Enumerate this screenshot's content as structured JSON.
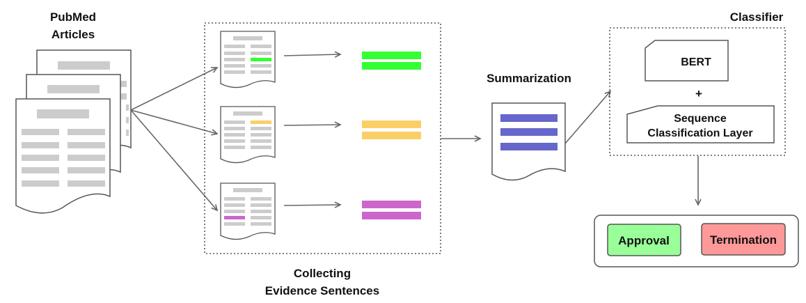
{
  "labels": {
    "pubmed_line1": "PubMed",
    "pubmed_line2": "Articles",
    "collecting_line1": "Collecting",
    "collecting_line2": "Evidence Sentences",
    "summarization": "Summarization",
    "classifier": "Classifier",
    "bert": "BERT",
    "plus": "+",
    "seq_line1": "Sequence",
    "seq_line2": "Classification Layer"
  },
  "outcomes": {
    "approval": "Approval",
    "termination": "Termination"
  },
  "colors": {
    "doc_bar": "#cccccc",
    "doc_stroke": "#555555",
    "arrow": "#666666",
    "evidence_green": "#33ff33",
    "evidence_yellow": "#f9cf66",
    "evidence_purple": "#cc66cc",
    "summary_bar": "#6666cc",
    "approval_fill": "#99ff99",
    "termination_fill": "#ff9999"
  }
}
